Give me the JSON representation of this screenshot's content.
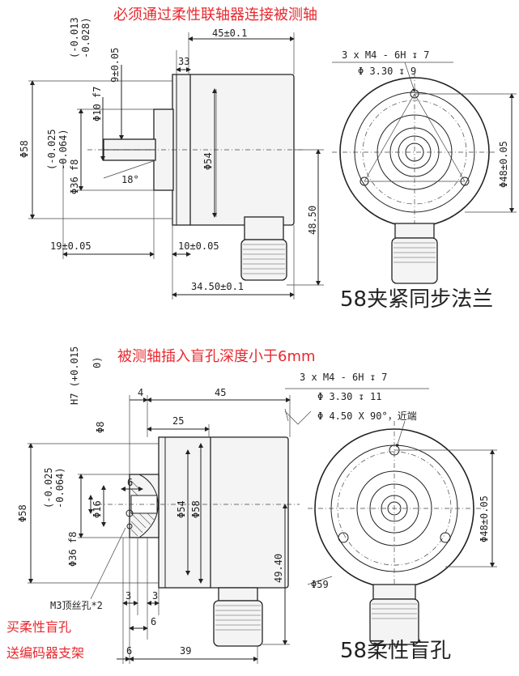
{
  "top": {
    "note": "必须通过柔性联轴器连接被测轴",
    "label": "58夹紧同步法兰",
    "dims": {
      "d10_top": "(-0.013",
      "d10_bot": "-0.028)",
      "d10": "Φ10 f7",
      "d9": "9±0.05",
      "d45": "45±0.1",
      "d33": "33",
      "d36_top": "(-0.025",
      "d36_bot": "-0.064)",
      "d36": "Φ36 f8",
      "d58": "Φ58",
      "d54": "Φ54",
      "d18": "18°",
      "d19": "19±0.05",
      "d10b": "10±0.05",
      "d3450": "34.50±0.1",
      "d4850": "48.50",
      "thread1": "3 x  M4 - 6H ↧ 7",
      "thread2": "Φ 3.30 ↧ 9",
      "d48": "Φ48±0.05"
    }
  },
  "bottom": {
    "note": "被测轴插入盲孔深度小于6mm",
    "label": "58柔性盲孔",
    "note_left_1": "M3顶丝孔*2",
    "note_left_2": "买柔性盲孔",
    "note_left_3": "送编码器支架",
    "dims": {
      "h7_top": "H7 (+0.015",
      "h7_bot": "0)",
      "d8": "Φ8",
      "d4": "4",
      "d45": "45",
      "d25": "25",
      "d36_top": "(-0.025",
      "d36_bot": "-0.064)",
      "d36": "Φ36 f8",
      "d58": "Φ58",
      "d6a": "6",
      "d16": "Φ16",
      "d54": "Φ54",
      "d58b": "Φ58",
      "d3a": "3",
      "d3b": "3",
      "d6b": "6",
      "d6c": "6",
      "d39": "39",
      "d4940": "49.40",
      "thread1": "3 x  M4 - 6H ↧ 7",
      "thread2": "Φ 3.30 ↧ 11",
      "thread3": "Φ 4.50 X 90°，近端",
      "d48": "Φ48±0.05",
      "d59": "Φ59"
    }
  },
  "colors": {
    "note": "#e8282e",
    "line": "#222222"
  }
}
